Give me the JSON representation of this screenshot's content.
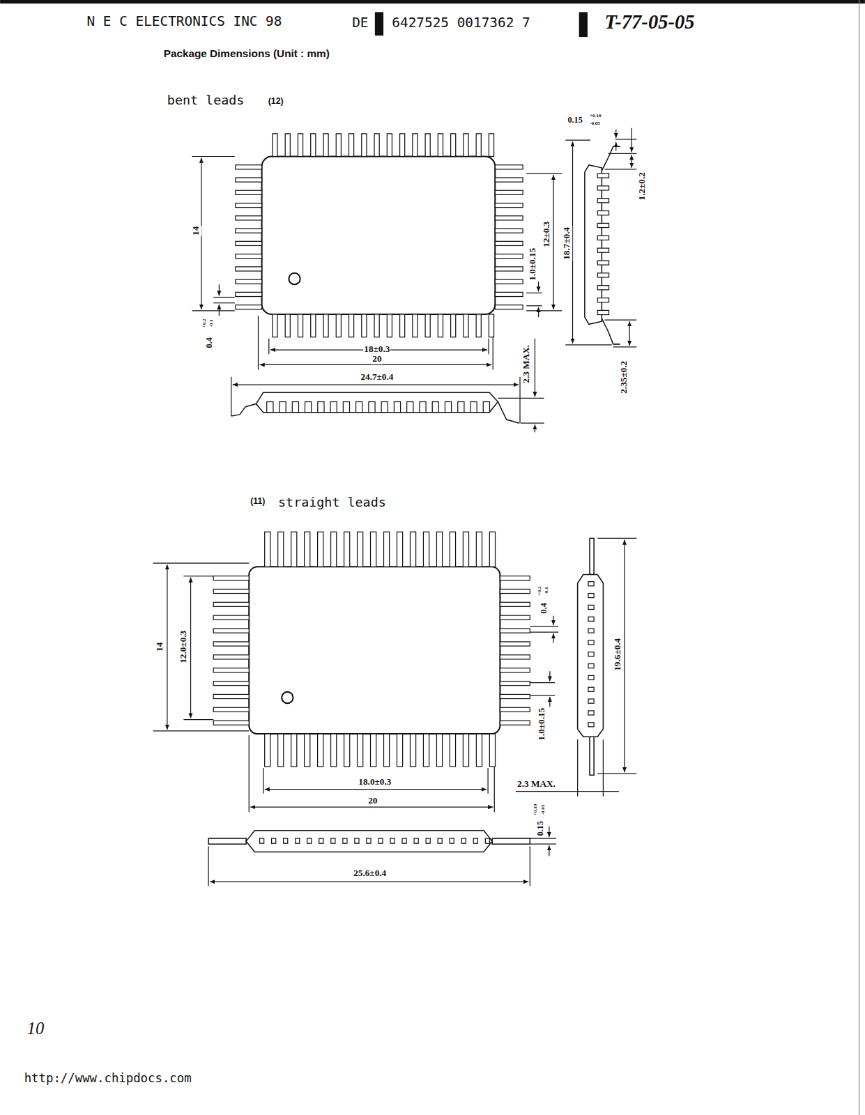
{
  "diagram": {
    "labels": [
      "N E C ELECTRONICS INC 98",
      "DE",
      "6427525 0017362 7",
      "T-77-05-05",
      "Package Dimensions (Unit : mm)",
      "bent leads",
      "(12)",
      "0.15",
      "+0.10",
      "-0.05",
      "1.2±0.2",
      "14",
      "1.0±0.15",
      "12±0.3",
      "18.7±0.4",
      "0.4",
      "+0.2",
      "-0.1",
      "18±0.3",
      "20",
      "24.7±0.4",
      "2.3 MAX.",
      "2.35±0.2",
      "(11)",
      "straight leads",
      "14",
      "12.0±0.3",
      "0.4",
      "+0.2",
      "-0.1",
      "1.0±0.15",
      "19.6±0.4",
      "18.0±0.3",
      "20",
      "2.3 MAX.",
      "0.15",
      "+0.10",
      "-0.05",
      "25.6±0.4",
      "10",
      "http://www.chipdocs.com"
    ]
  }
}
